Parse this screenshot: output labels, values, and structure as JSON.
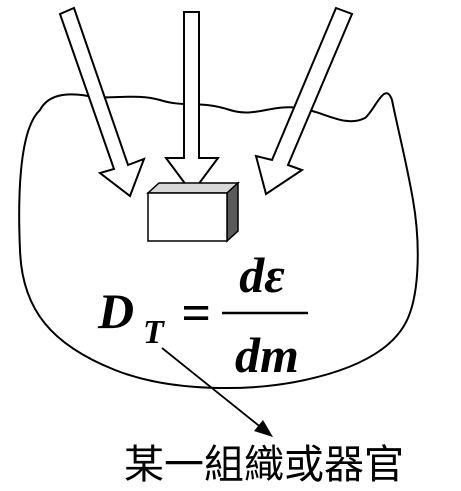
{
  "formula": {
    "lhs": "D",
    "lhs_subscript": "T",
    "equals": "=",
    "numerator": "dε",
    "denominator": "dm"
  },
  "caption": "某一組織或器官",
  "icons": {
    "radiation": "hollow-arrow-icon",
    "pointer": "pointer-arrow-icon",
    "element": "tissue-block-icon"
  }
}
